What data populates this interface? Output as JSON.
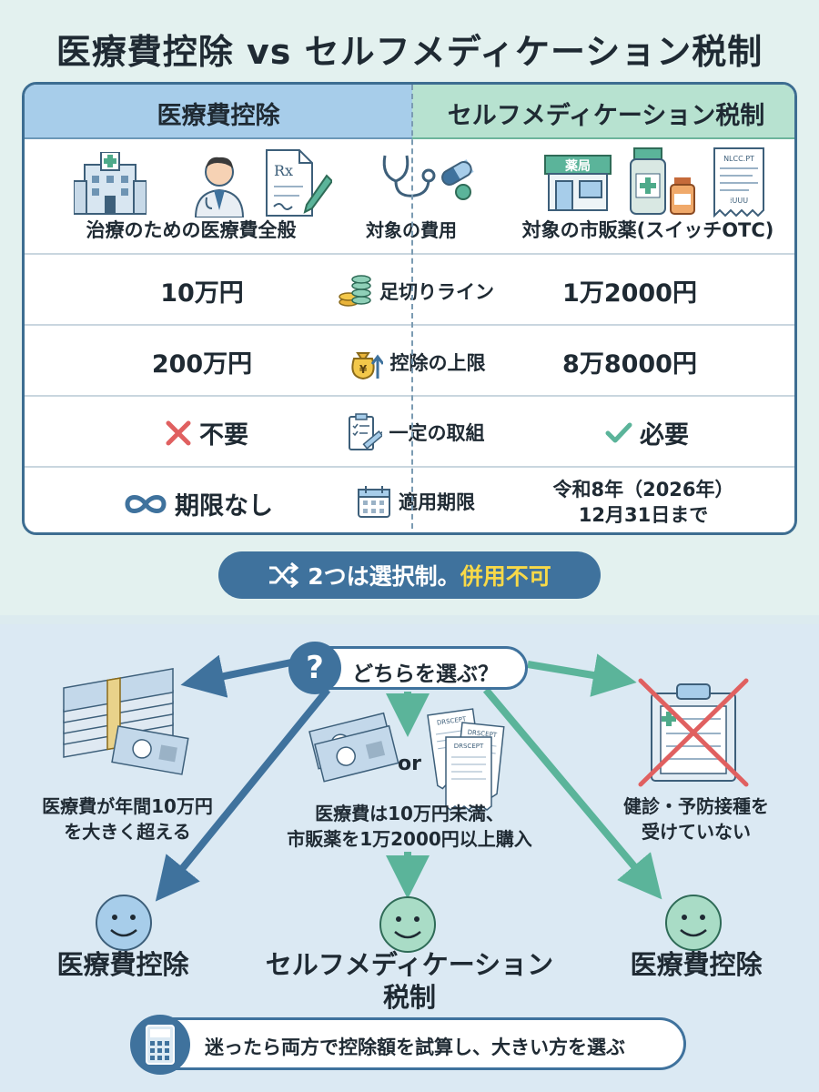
{
  "title": "医療費控除 vs セルフメディケーション税制",
  "table": {
    "head_left": "医療費控除",
    "head_right": "セルフメディケーション税制",
    "rows": [
      {
        "left": "治療のための医療費全般",
        "mid": "対象の費用",
        "right": "対象の市販薬(スイッチOTC)"
      },
      {
        "left": "10万円",
        "mid": "足切りライン",
        "right": "1万2000円"
      },
      {
        "left": "200万円",
        "mid": "控除の上限",
        "right": "8万8000円"
      },
      {
        "left": "不要",
        "mid": "一定の取組",
        "right": "必要"
      },
      {
        "left": "期限なし",
        "mid": "適用期限",
        "right_line1": "令和8年（2026年）",
        "right_line2": "12月31日まで"
      }
    ],
    "icon_texts": {
      "pharmacy_sign": "薬局",
      "rx": "Rx",
      "receipt": "NLCC.PT",
      "receipt_sub": "⁞UUU"
    }
  },
  "banner": {
    "main": "2つは選択制。",
    "accent": "併用不可"
  },
  "flow": {
    "question_mark": "?",
    "question": "どちらを選ぶ？",
    "or": "or",
    "receipt_text": "DRSCEPT",
    "left_desc": [
      "医療費が年間10万円",
      "を大きく超える"
    ],
    "mid_desc": [
      "医療費は10万円未満、",
      "市販薬を1万2000円以上購入"
    ],
    "right_desc": [
      "健診・予防接種を",
      "受けていない"
    ],
    "left_outcome": "医療費控除",
    "mid_outcome_line1": "セルフメディケーション",
    "mid_outcome_line2": "税制",
    "right_outcome": "医療費控除"
  },
  "tip": "迷ったら両方で控除額を試算し、大きい方を選ぶ",
  "colors": {
    "navy": "#3f729d",
    "teal": "#5bb49a",
    "blue_head": "#a7cdea",
    "green_head": "#b7e2d0",
    "accent_yellow": "#f8d948",
    "red_x": "#e06060"
  }
}
